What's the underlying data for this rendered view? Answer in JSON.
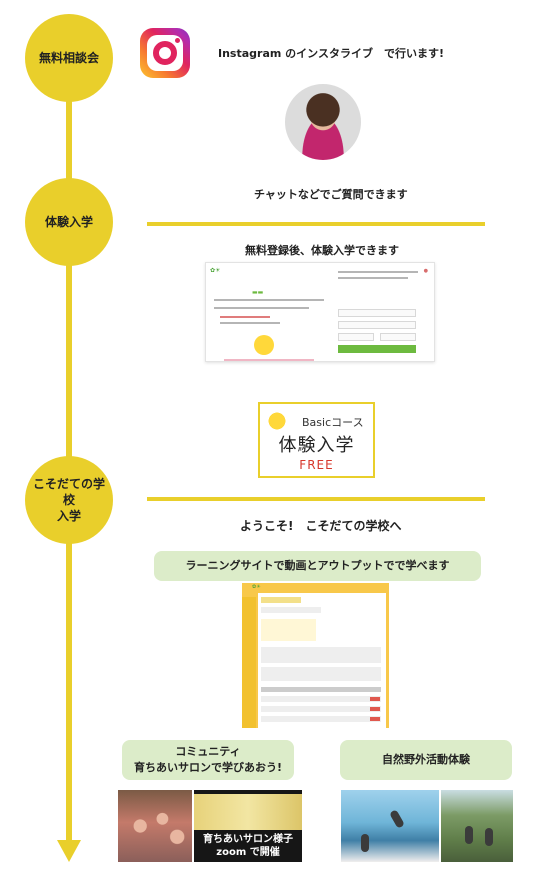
{
  "timeline": {
    "steps": [
      {
        "label": "無料相談会"
      },
      {
        "label": "体験入学"
      },
      {
        "label": "こそだての学校\n入学"
      }
    ]
  },
  "consultation": {
    "instagram_text": "Instagram のインスタライブ　で行います!",
    "chat_text": "チャットなどでご質問できます",
    "icons": [
      "instagram-icon",
      "host-avatar"
    ]
  },
  "trial": {
    "heading": "無料登録後、体験入学できます",
    "badge": {
      "course": "Basicコース",
      "title": "体験入学",
      "free": "FREE"
    }
  },
  "enroll": {
    "welcome": "ようこそ!　こそだての学校へ",
    "learning_pill": "ラーニングサイトで動画とアウトプットでで学べます",
    "community_pill": "コミュニティ\n育ちあいサロンで学びあおう!",
    "outdoor_pill": "自然野外活動体験",
    "zoom_caption": "育ちあいサロン様子\nzoom で開催"
  },
  "colors": {
    "accent": "#e9cf2b",
    "pill": "#dcecc9",
    "free_red": "#d7382c"
  }
}
